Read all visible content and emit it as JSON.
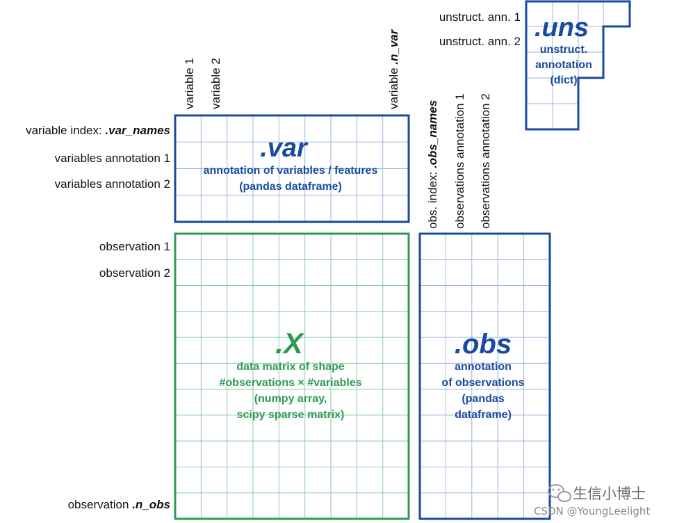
{
  "colors": {
    "blue": "#1a4aa0",
    "green": "#2e9a55",
    "grid_blue": "#9eb4de",
    "grid_green": "#8ccaa3"
  },
  "uns": {
    "row_labels": [
      "unstruct. ann. 1",
      "unstruct. ann. 2"
    ],
    "title": ".uns",
    "desc": [
      "unstruct.",
      "annotation",
      "(dict)"
    ]
  },
  "var": {
    "col_labels": {
      "v1": "variable 1",
      "v2": "variable 2",
      "n_prefix": "variable ",
      "n_suffix": ".n_var"
    },
    "row_labels": {
      "index_prefix": "variable index: ",
      "index_suffix": ".var_names",
      "ann1": "variables annotation 1",
      "ann2": "variables annotation 2"
    },
    "title": ".var",
    "desc": [
      "annotation of variables / features",
      "(pandas dataframe)"
    ]
  },
  "obs": {
    "col_labels": {
      "index_prefix": "obs. index: ",
      "index_suffix": ".obs_names",
      "ann1": "observations annotation 1",
      "ann2": "observations annotation 2"
    },
    "title": ".obs",
    "desc": [
      "annotation",
      "of observations",
      "(pandas",
      "dataframe)"
    ]
  },
  "X": {
    "row_labels": {
      "o1": "observation 1",
      "o2": "observation 2",
      "n_prefix": "observation ",
      "n_suffix": ".n_obs"
    },
    "title": ".X",
    "desc": [
      "data matrix of shape",
      "#observations × #variables",
      "(numpy array,",
      "scipy sparse matrix)"
    ]
  },
  "watermark": {
    "brand": "生信小博士",
    "credit": "CSDN @YoungLeelight"
  }
}
